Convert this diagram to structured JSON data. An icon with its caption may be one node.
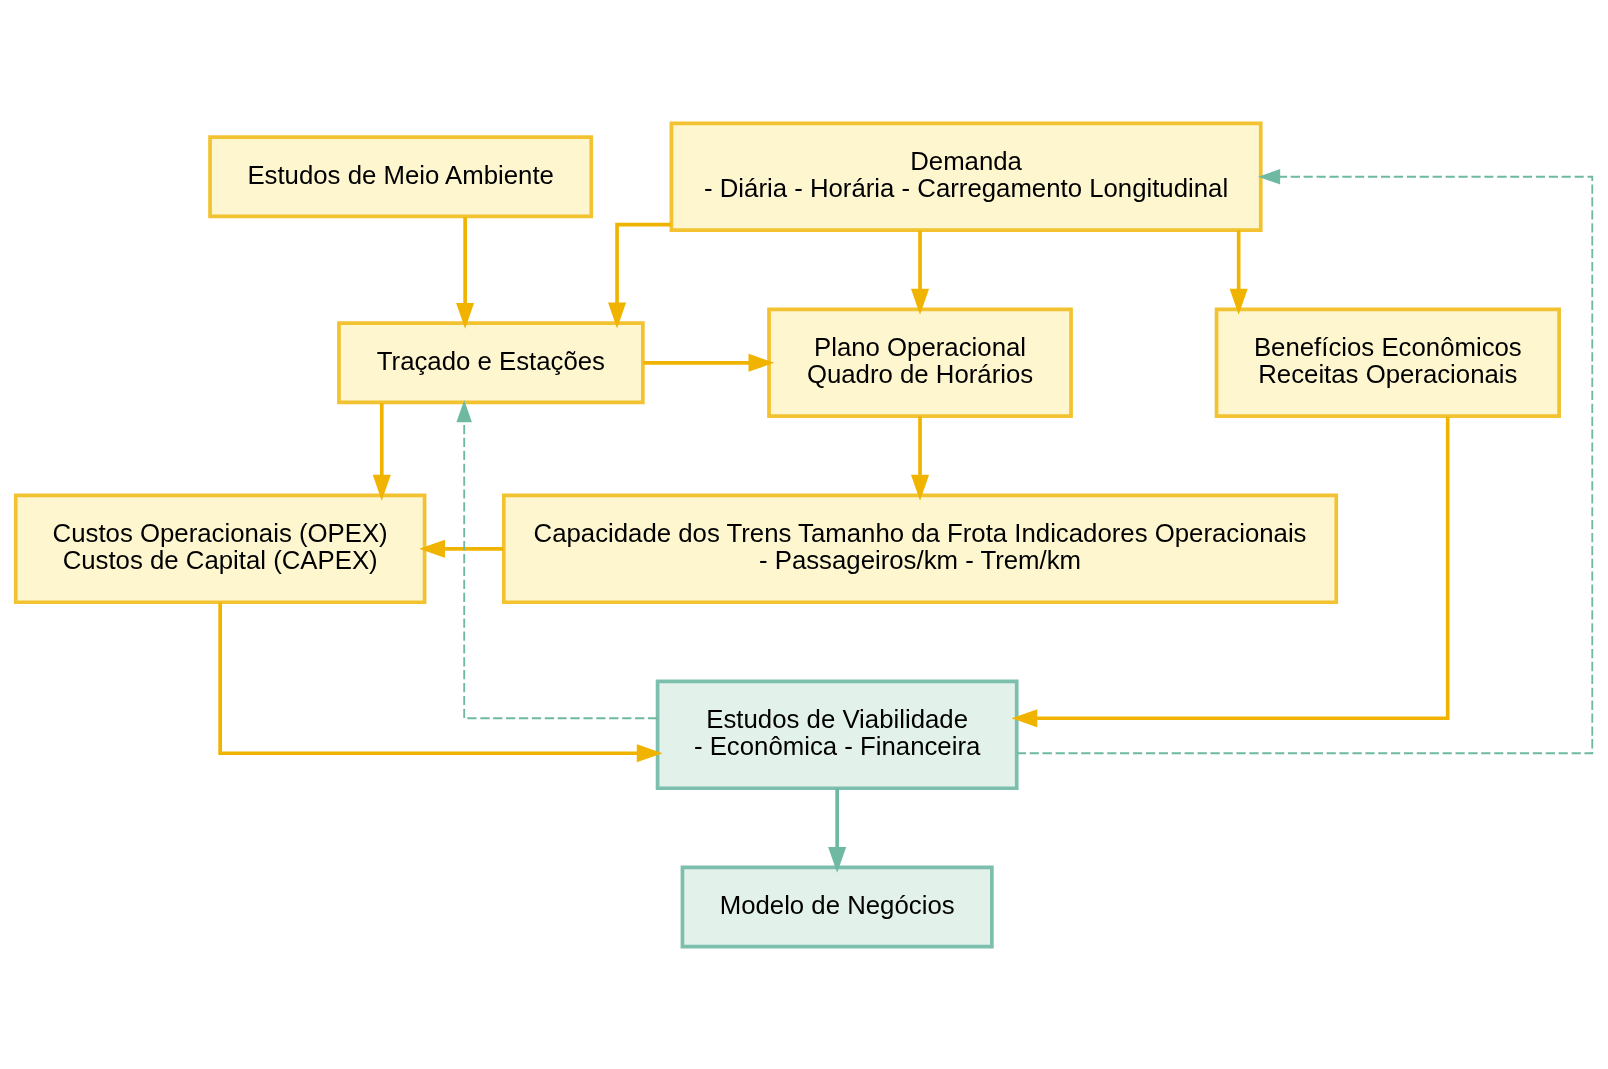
{
  "diagram": {
    "nodes": [
      {
        "text": [
          "Demanda",
          "- Diária - Horária - Carregamento Longitudinal"
        ]
      },
      {
        "text": [
          "Estudos de Meio Ambiente"
        ]
      },
      {
        "text": [
          "Benefícios Econômicos",
          "Receitas Operacionais"
        ]
      },
      {
        "text": [
          "Plano Operacional",
          "Quadro de Horários"
        ]
      },
      {
        "text": [
          "Traçado e Estações"
        ]
      },
      {
        "text": [
          "Capacidade dos Trens Tamanho da Frota Indicadores Operacionais",
          "- Passageiros/km - Trem/km"
        ]
      },
      {
        "text": [
          "Custos Operacionais (OPEX)",
          "Custos de Capital (CAPEX)"
        ]
      },
      {
        "text": [
          "Estudos de Viabilidade",
          "- Econômica - Financeira"
        ]
      },
      {
        "text": [
          "Modelo de Negócios"
        ]
      }
    ],
    "edges": [
      {
        "from": 0,
        "to": 2,
        "arrow": "to"
      },
      {
        "from": 0,
        "to": 3,
        "arrow": "to"
      },
      {
        "from": 0,
        "to": 4,
        "arrow": "to"
      },
      {
        "from": 1,
        "to": 4,
        "arrow": "to"
      },
      {
        "from": 4,
        "to": 3,
        "arrow": "to"
      },
      {
        "from": 3,
        "to": 5,
        "arrow": "to"
      },
      {
        "from": 4,
        "to": 6,
        "arrow": "to"
      },
      {
        "from": 5,
        "to": 6,
        "arrow": "to"
      },
      {
        "from": 2,
        "to": 7,
        "arrow": "to"
      },
      {
        "from": 6,
        "to": 7,
        "arrow": "to"
      },
      {
        "from": 7,
        "to": 8,
        "arrow": "to",
        "color": "#6fb9a3"
      },
      {
        "from": 7,
        "to": 0,
        "arrow": "to",
        "style": "dashed",
        "color": "#6fb9a3"
      },
      {
        "from": 7,
        "to": 4,
        "arrow": "to",
        "style": "dashed",
        "color": "#6fb9a3"
      }
    ]
  }
}
